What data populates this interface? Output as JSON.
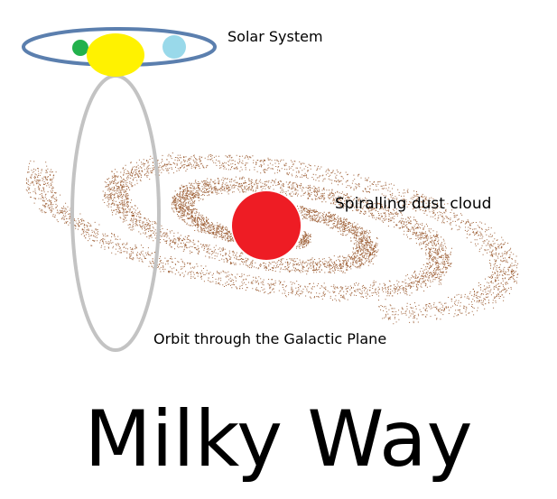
{
  "labels": {
    "solar_system": "Solar System",
    "dust_cloud": "Spiralling dust cloud",
    "orbit": "Orbit through the Galactic Plane"
  },
  "title": "Milky Way",
  "colors": {
    "dust": "#a0643c",
    "core": "#ee1c24",
    "sun": "#fff200",
    "green_planet": "#22b14c",
    "blue_planet": "#99d9ea",
    "solar_orbit": "#5b7fae",
    "galactic_orbit": "#c3c3c3"
  },
  "icons": [
    "galaxy-dust-spiral",
    "galactic-core",
    "sun",
    "planet",
    "orbit-ellipse"
  ]
}
